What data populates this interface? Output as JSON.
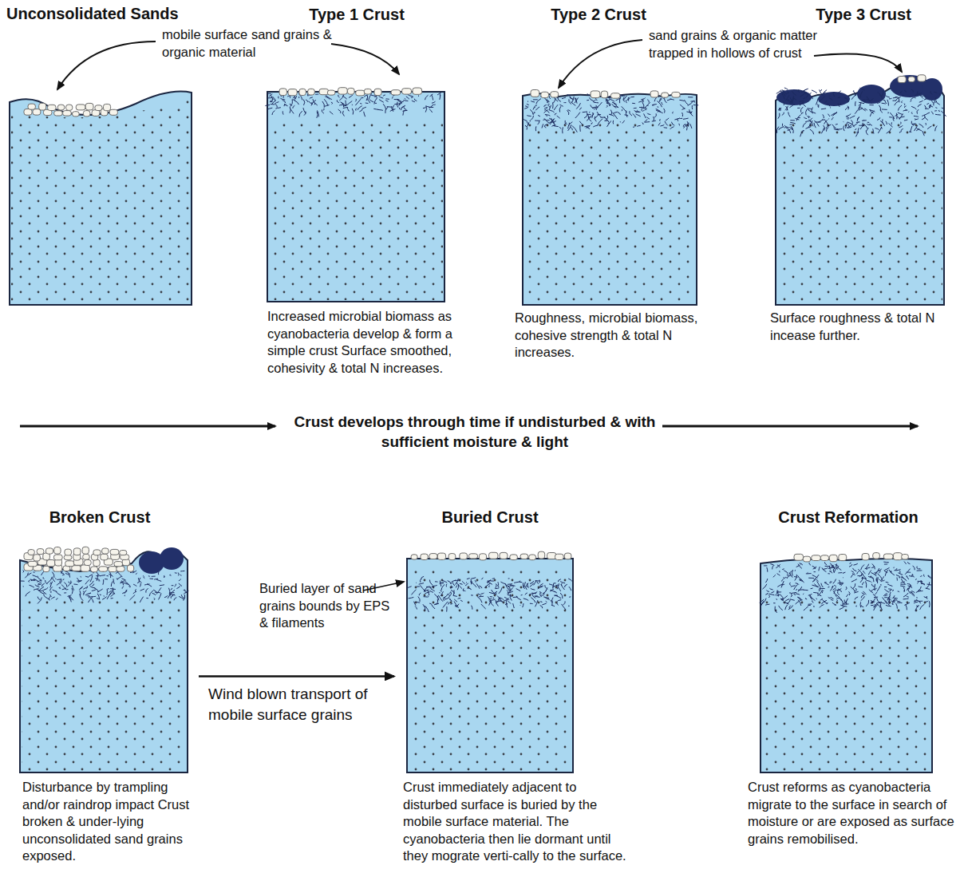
{
  "diagram": {
    "nodes": [
      {
        "text": [
          "Unconsolidated Sands"
        ]
      },
      {
        "text": [
          "Type 1 Crust",
          "Increased microbial biomass as cyanobacteria develop & form a simple crust Surface smoothed, cohesivity & total N increases."
        ]
      },
      {
        "text": [
          "Type 2 Crust",
          "Roughness, microbial biomass, cohesive strength & total N increases."
        ]
      },
      {
        "text": [
          "Type 3 Crust",
          "Surface roughness & total N incease further."
        ]
      },
      {
        "text": [
          "Broken Crust",
          "Disturbance by trampling and/or raindrop impact Crust broken & under-lying unconsolidated sand grains exposed."
        ]
      },
      {
        "text": [
          "Buried Crust",
          "Crust immediately adjacent to disturbed surface is buried by the mobile surface material. The cyanobacteria then lie dormant until they mograte verti-cally to the surface."
        ]
      },
      {
        "text": [
          "Crust Reformation",
          "Crust reforms as cyanobacteria migrate to the surface in search of moisture or are exposed as surface grains remobilised."
        ]
      }
    ],
    "edges": [
      {
        "from": 4,
        "to": 5,
        "arrow": "to",
        "label": "Wind blown transport of mobile surface grains"
      }
    ],
    "labels": [
      "mobile surface sand grains & organic material",
      "sand grains & organic matter trapped in hollows of crust",
      "Crust develops through time if undisturbed & with sufficient moisture & light",
      "Buried layer of sand grains bounds by EPS & filaments"
    ]
  }
}
